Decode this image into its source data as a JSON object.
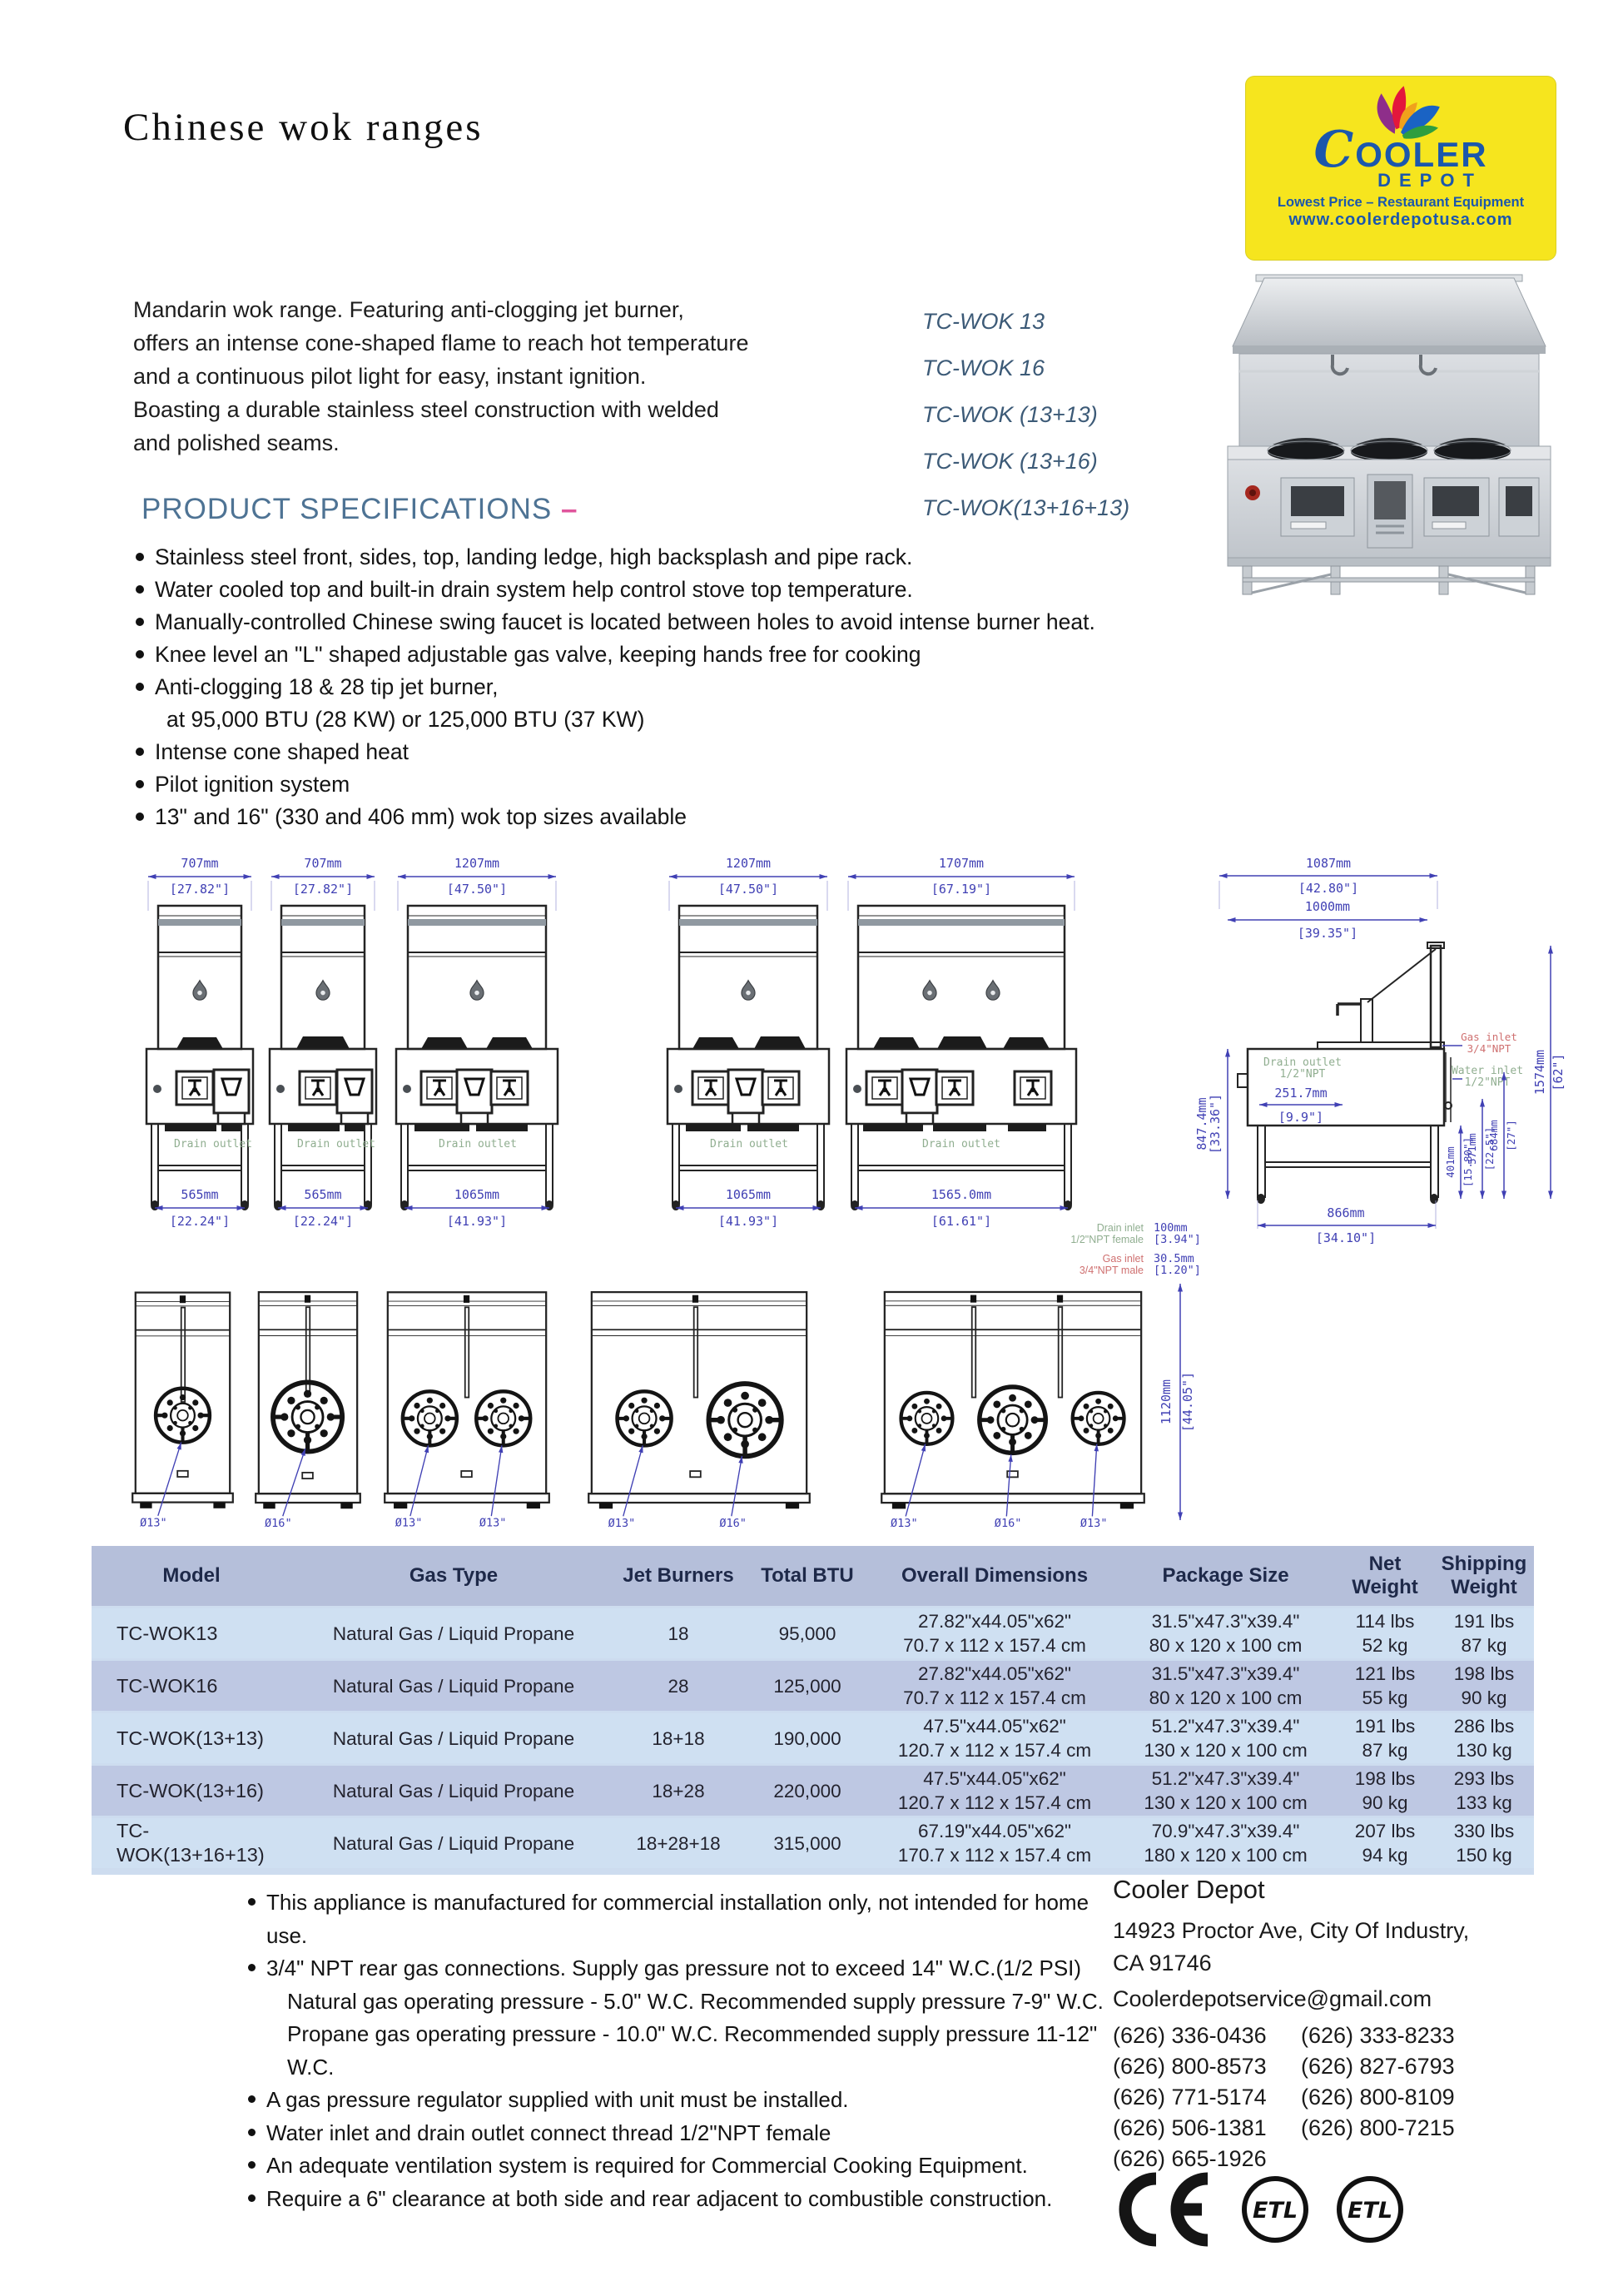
{
  "page": {
    "title": "Chinese wok ranges"
  },
  "colors": {
    "heading_blue": "#4e7394",
    "heading_dash_pink": "#e0559c",
    "logo_yellow": "#f6e51e",
    "logo_blue": "#1b57ac",
    "dimension_blue": "#4040b4",
    "drain_label_green": "#90ae90",
    "gas_label_red": "#cf7070",
    "table_header_bg": "#b5bfda",
    "table_row_light": "#cfe0f2",
    "table_row_lavender": "#bec8e3"
  },
  "logo": {
    "brand_top": "COOLER",
    "brand_c": "C",
    "brand_rest": "OOLER",
    "brand_bottom": "DEPOT",
    "tagline": "Lowest Price – Restaurant Equipment",
    "website": "www.coolerdepotusa.com"
  },
  "intro": {
    "lines": [
      "Mandarin wok range. Featuring anti-clogging jet burner,",
      "offers an intense cone-shaped flame to reach hot temperature",
      "and a continuous pilot light for easy, instant ignition.",
      "Boasting a durable stainless steel construction with welded",
      "and polished seams."
    ],
    "models": [
      "TC-WOK 13",
      "TC-WOK 16",
      "TC-WOK (13+13)",
      "TC-WOK (13+16)",
      "TC-WOK(13+16+13)"
    ]
  },
  "specs": {
    "heading": "PRODUCT SPECIFICATIONS",
    "dash": "–",
    "items": [
      {
        "text": "Stainless steel front, sides, top, landing ledge, high backsplash and pipe rack."
      },
      {
        "text": "Water cooled top and built-in drain system help control stove top temperature."
      },
      {
        "text": "Manually-controlled Chinese swing faucet is located between holes to avoid intense burner heat."
      },
      {
        "text": "Knee level an \"L\" shaped adjustable gas valve, keeping hands free for cooking"
      },
      {
        "text": "Anti-clogging 18 & 28 tip jet burner,"
      },
      {
        "text": "at 95,000 BTU (28 KW) or 125,000 BTU (37 KW)",
        "sub": true
      },
      {
        "text": "Intense cone shaped heat"
      },
      {
        "text": "Pilot ignition system"
      },
      {
        "text": "13\" and 16\" (330 and 406 mm) wok top sizes available"
      }
    ]
  },
  "drawings": {
    "front_views": [
      {
        "top_mm": "707mm",
        "top_in": "[27.82\"]",
        "base_mm": "565mm",
        "base_in": "[22.24\"]",
        "drain": "Drain outlet"
      },
      {
        "top_mm": "707mm",
        "top_in": "[27.82\"]",
        "base_mm": "565mm",
        "base_in": "[22.24\"]",
        "drain": "Drain outlet"
      },
      {
        "top_mm": "1207mm",
        "top_in": "[47.50\"]",
        "base_mm": "1065mm",
        "base_in": "[41.93\"]",
        "drain": "Drain outlet"
      },
      {
        "top_mm": "1207mm",
        "top_in": "[47.50\"]",
        "base_mm": "1065mm",
        "base_in": "[41.93\"]",
        "drain": "Drain outlet"
      },
      {
        "top_mm": "1707mm",
        "top_in": "[67.19\"]",
        "base_mm": "1565.0mm",
        "base_in": "[61.61\"]",
        "drain": "Drain outlet"
      }
    ],
    "side_view": {
      "width_mm": "1087mm",
      "width_in": "[42.80\"]",
      "width2_mm": "1000mm",
      "width2_in": "[39.35\"]",
      "height_mm": "1574mm",
      "height_in": "[62\"]",
      "deck_mm": "847.4mm",
      "deck_in": "[33.36\"]",
      "drain_mm": "251.7mm",
      "drain_in": "[9.9\"]",
      "base_mm": "866mm",
      "base_in": "[34.10\"]",
      "leg_mm": "401mm",
      "leg_in": "[15.80\"]",
      "valve_mm": "571mm",
      "valve_in": "[22.5\"]",
      "inlet_mm": "684mm",
      "inlet_in": "[27\"]",
      "drain_l1": "Drain outlet",
      "drain_l2": "1/2\"NPT",
      "water_l1": "Water inlet",
      "water_l2": "1/2\"NPT",
      "gas_l1": "Gas inlet",
      "gas_l2": "3/4\"NPT"
    },
    "rear": {
      "drain_l1": "Drain inlet",
      "drain_l2": "1/2\"NPT female",
      "gas_l1": "Gas inlet",
      "gas_l2": "3/4\"NPT male",
      "off1_mm": "100mm",
      "off1_in": "[3.94\"]",
      "off2_mm": "30.5mm",
      "off2_in": "[1.20\"]"
    },
    "top_views": [
      {
        "d1": "Ø13\""
      },
      {
        "d1": "Ø16\""
      },
      {
        "d1": "Ø13\"",
        "d2": "Ø13\""
      },
      {
        "d1": "Ø13\"",
        "d2": "Ø16\""
      },
      {
        "d1": "Ø13\"",
        "d2": "Ø16\"",
        "d3": "Ø13\""
      }
    ],
    "depth_mm": "1120mm",
    "depth_in": "[44.05\"]"
  },
  "table": {
    "headers": [
      "Model",
      "Gas Type",
      "Jet Burners",
      "Total BTU",
      "Overall Dimensions",
      "Package Size",
      "Net Weight",
      "Shipping Weight"
    ],
    "rows": [
      {
        "model": "TC-WOK13",
        "gas": "Natural Gas / Liquid Propane",
        "burners": "18",
        "btu": "95,000",
        "dim_in": "27.82\"x44.05\"x62\"",
        "dim_cm": "70.7 x 112 x 157.4 cm",
        "pkg_in": "31.5\"x47.3\"x39.4\"",
        "pkg_cm": "80 x 120 x 100 cm",
        "net_lb": "114 lbs",
        "net_kg": "52 kg",
        "ship_lb": "191 lbs",
        "ship_kg": "87 kg"
      },
      {
        "model": "TC-WOK16",
        "gas": "Natural Gas / Liquid Propane",
        "burners": "28",
        "btu": "125,000",
        "dim_in": "27.82\"x44.05\"x62\"",
        "dim_cm": "70.7 x 112 x 157.4 cm",
        "pkg_in": "31.5\"x47.3\"x39.4\"",
        "pkg_cm": "80 x 120 x 100 cm",
        "net_lb": "121 lbs",
        "net_kg": "55 kg",
        "ship_lb": "198 lbs",
        "ship_kg": "90 kg"
      },
      {
        "model": "TC-WOK(13+13)",
        "gas": "Natural Gas / Liquid Propane",
        "burners": "18+18",
        "btu": "190,000",
        "dim_in": "47.5\"x44.05\"x62\"",
        "dim_cm": "120.7 x 112 x 157.4 cm",
        "pkg_in": "51.2\"x47.3\"x39.4\"",
        "pkg_cm": "130 x 120 x 100 cm",
        "net_lb": "191 lbs",
        "net_kg": "87 kg",
        "ship_lb": "286 lbs",
        "ship_kg": "130 kg"
      },
      {
        "model": "TC-WOK(13+16)",
        "gas": "Natural Gas / Liquid Propane",
        "burners": "18+28",
        "btu": "220,000",
        "dim_in": "47.5\"x44.05\"x62\"",
        "dim_cm": "120.7 x 112 x 157.4 cm",
        "pkg_in": "51.2\"x47.3\"x39.4\"",
        "pkg_cm": "130 x 120 x 100 cm",
        "net_lb": "198 lbs",
        "net_kg": "90 kg",
        "ship_lb": "293 lbs",
        "ship_kg": "133 kg"
      },
      {
        "model": "TC-WOK(13+16+13)",
        "gas": "Natural Gas / Liquid Propane",
        "burners": "18+28+18",
        "btu": "315,000",
        "dim_in": "67.19\"x44.05\"x62\"",
        "dim_cm": "170.7 x 112 x 157.4 cm",
        "pkg_in": "70.9\"x47.3\"x39.4\"",
        "pkg_cm": "180 x 120 x 100 cm",
        "net_lb": "207 lbs",
        "net_kg": "94 kg",
        "ship_lb": "330 lbs",
        "ship_kg": "150 kg"
      }
    ]
  },
  "notes": {
    "items": [
      {
        "text": "This appliance is manufactured for commercial installation only, not intended for home use."
      },
      {
        "text": "3/4\" NPT rear gas connections. Supply gas pressure not to exceed 14\" W.C.(1/2 PSI)"
      },
      {
        "text": "Natural gas operating pressure - 5.0\" W.C. Recommended supply pressure 7-9\" W.C.",
        "sub": true
      },
      {
        "text": "Propane gas operating pressure - 10.0\" W.C. Recommended supply pressure 11-12\" W.C.",
        "sub": true
      },
      {
        "text": "A gas pressure regulator supplied with unit must be installed."
      },
      {
        "text": "Water inlet and drain outlet connect thread 1/2\"NPT female"
      },
      {
        "text": "An adequate ventilation system is required for Commercial Cooking Equipment."
      },
      {
        "text": "Require a 6\" clearance at both side and rear adjacent to combustible construction."
      }
    ]
  },
  "contact": {
    "company": "Cooler Depot",
    "addr1": "14923 Proctor Ave, City Of Industry,",
    "addr2": "CA 91746",
    "email": "Coolerdepotservice@gmail.com",
    "phones_left": [
      "(626) 336-0436",
      "(626) 800-8573",
      "(626) 771-5174",
      "(626) 506-1381",
      "(626) 665-1926"
    ],
    "phones_right": [
      "(626) 333-8233",
      "(626) 827-6793",
      "(626) 800-8109",
      "(626) 800-7215"
    ]
  },
  "certs": {
    "ce": "CE",
    "etl": "ETL"
  }
}
